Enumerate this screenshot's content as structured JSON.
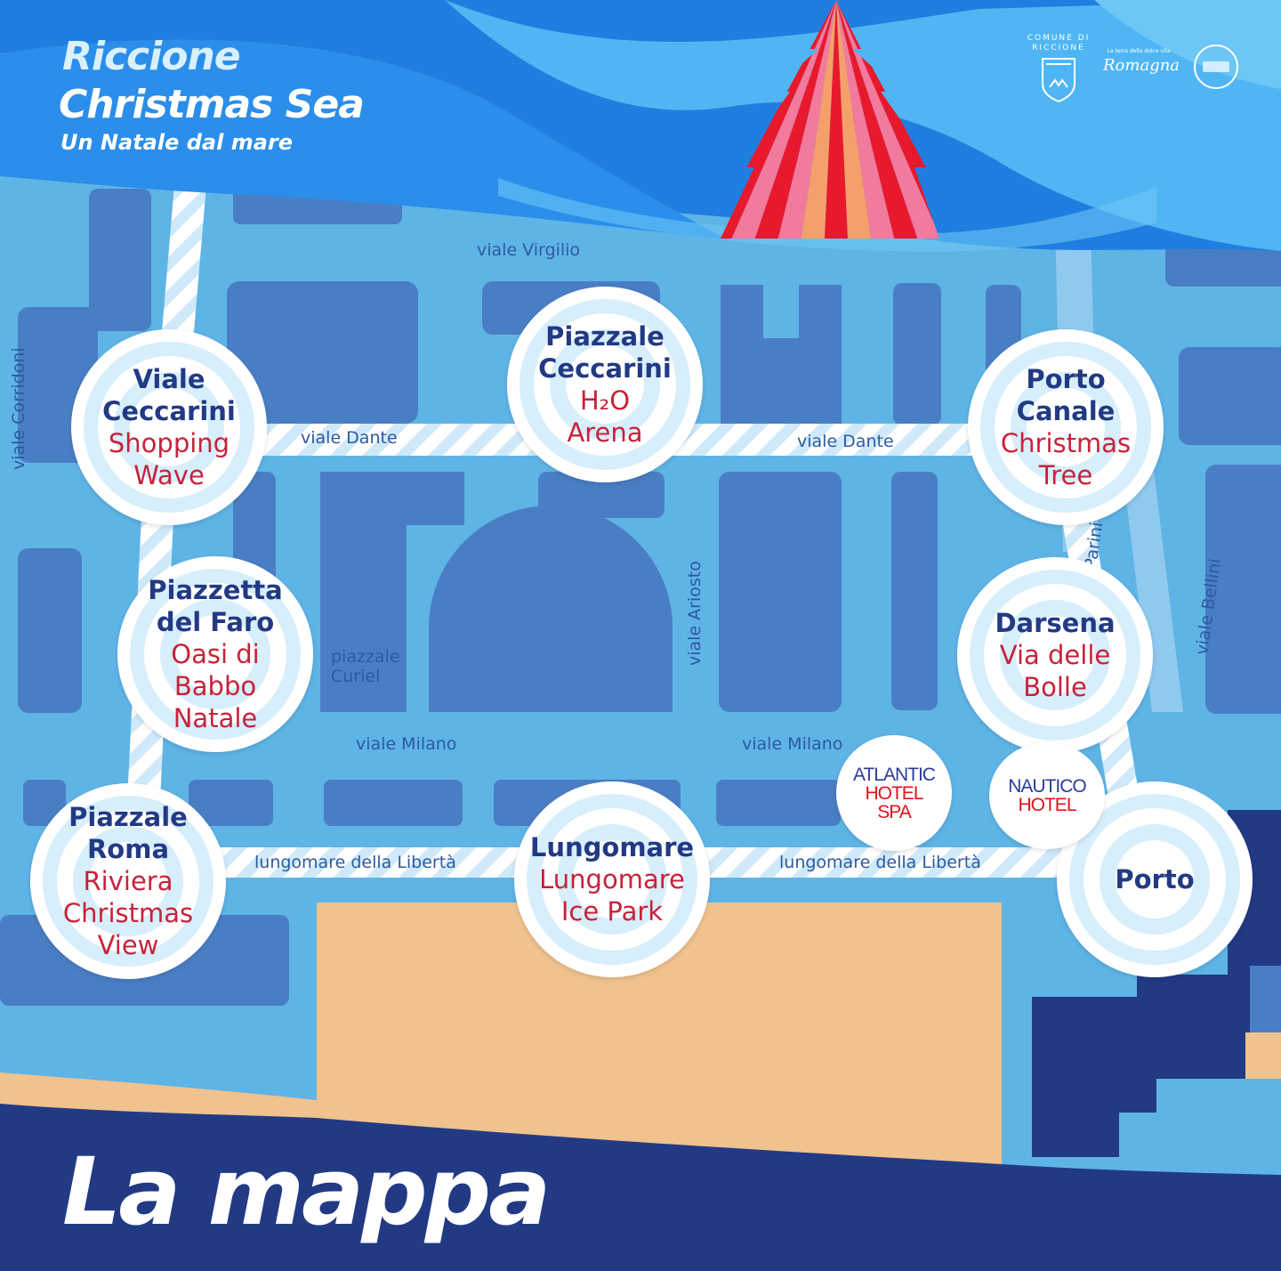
{
  "header": {
    "title_line1": "Riccione",
    "title_line2": "Christmas Sea",
    "subtitle": "Un Natale dal mare"
  },
  "footer": {
    "title": "La mappa"
  },
  "logos": {
    "comune_text": "COMUNE DI RICCIONE",
    "romagna_tagline": "La terra della dolce vita",
    "romagna_script": "Romagna",
    "third_logo": "circle-emblem-icon"
  },
  "streets": {
    "virgilio": "viale Virgilio",
    "dante_left": "viale Dante",
    "dante_right": "viale Dante",
    "milano_left": "viale Milano",
    "milano_right": "viale Milano",
    "liberta_left": "lungomare della Libertà",
    "liberta_right": "lungomare della Libertà",
    "corridoni": "viale Corridoni",
    "ariosto": "viale Ariosto",
    "parini": "viale Parini",
    "bellini": "viale Bellini",
    "curiel_line1": "piazzale",
    "curiel_line2": "Curiel"
  },
  "points_of_interest": [
    {
      "name_lines": [
        "Viale",
        "Ceccarini"
      ],
      "event_lines": [
        "Shopping",
        "Wave"
      ]
    },
    {
      "name_lines": [
        "Piazzale",
        "Ceccarini"
      ],
      "event_lines": [
        "H₂O",
        "Arena"
      ]
    },
    {
      "name_lines": [
        "Porto",
        "Canale"
      ],
      "event_lines": [
        "Christmas",
        "Tree"
      ]
    },
    {
      "name_lines": [
        "Piazzetta",
        "del Faro"
      ],
      "event_lines": [
        "Oasi di",
        "Babbo",
        "Natale"
      ]
    },
    {
      "name_lines": [
        "Darsena"
      ],
      "event_lines": [
        "Via delle",
        "Bolle"
      ]
    },
    {
      "name_lines": [
        "Piazzale",
        "Roma"
      ],
      "event_lines": [
        "Riviera",
        "Christmas",
        "View"
      ]
    },
    {
      "name_lines": [
        "Lungomare"
      ],
      "event_lines": [
        "Lungomare",
        "Ice Park"
      ]
    },
    {
      "name_lines": [
        "Porto"
      ],
      "event_lines": []
    }
  ],
  "hotels": [
    {
      "line1": "ATLANTIC",
      "line2": "HOTEL",
      "line3": "SPA"
    },
    {
      "line1": "NAUTICO",
      "line2": "HOTEL",
      "line3": ""
    }
  ],
  "colors": {
    "map_base": "#5fb4e6",
    "block": "#4a7ec4",
    "header_sea": "#1f7ee0",
    "deep_sea": "#223a84",
    "beach": "#efc28e",
    "poi_name": "#223a84",
    "poi_event": "#c8223a",
    "tree_red": "#e8192c",
    "tree_pink": "#f27a9c",
    "tree_orange": "#f5a06a"
  }
}
